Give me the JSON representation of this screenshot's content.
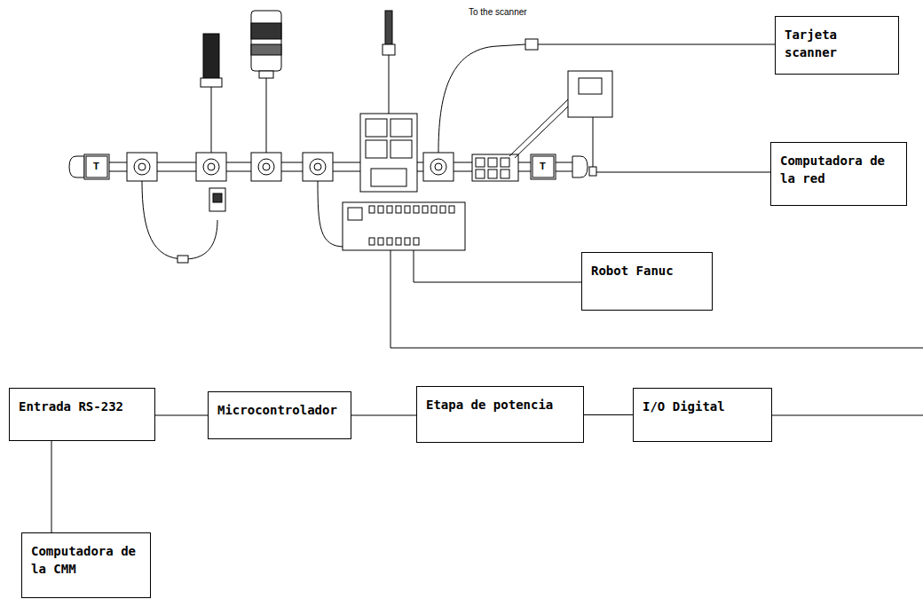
{
  "diagram": {
    "nodes": [
      {
        "text": [
          "Tarjeta scanner"
        ]
      },
      {
        "text": [
          "Computadora de la red"
        ]
      },
      {
        "text": [
          "Robot Fanuc"
        ]
      },
      {
        "text": [
          "Entrada RS-232"
        ]
      },
      {
        "text": [
          "Microcontrolador"
        ]
      },
      {
        "text": [
          "Etapa de potencia"
        ]
      },
      {
        "text": [
          "I/O Digital"
        ]
      },
      {
        "text": [
          "Computadora de la CMM"
        ]
      }
    ],
    "edges": [
      {
        "from": 3,
        "to": 4,
        "arrow": "none"
      },
      {
        "from": 4,
        "to": 5,
        "arrow": "none"
      },
      {
        "from": 5,
        "to": 6,
        "arrow": "none"
      },
      {
        "from": 3,
        "to": 7,
        "arrow": "none"
      }
    ],
    "labels": [
      "To the scanner",
      "T",
      "T"
    ]
  }
}
